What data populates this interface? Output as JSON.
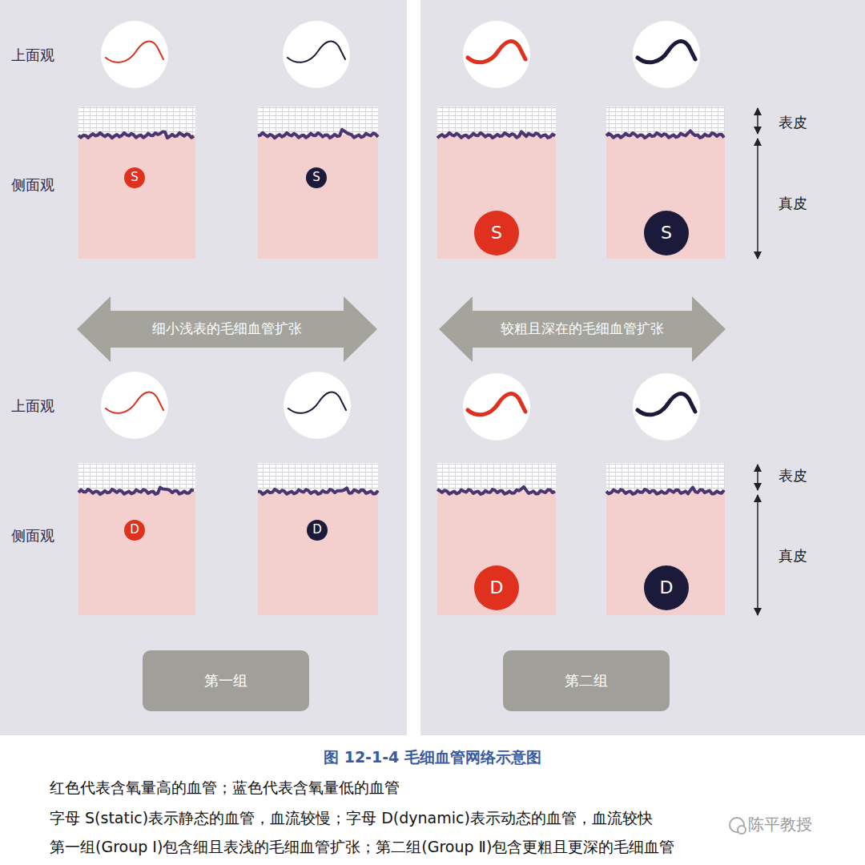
{
  "diagram": {
    "caption": "图 12-1-4 毛细血管网络示意图",
    "nodes": [
      {
        "text": [
          "S"
        ]
      },
      {
        "text": [
          "S"
        ]
      },
      {
        "text": [
          "S"
        ]
      },
      {
        "text": [
          "S"
        ]
      },
      {
        "text": [
          "细小浅表的毛细血管扩张"
        ]
      },
      {
        "text": [
          "较粗且深在的毛细血管扩张"
        ]
      },
      {
        "text": [
          "D"
        ]
      },
      {
        "text": [
          "D"
        ]
      },
      {
        "text": [
          "D"
        ]
      },
      {
        "text": [
          "D"
        ]
      },
      {
        "text": [
          "第一组"
        ]
      },
      {
        "text": [
          "第二组"
        ]
      }
    ],
    "labels": [
      "上面观",
      "表皮",
      "侧面观",
      "真皮",
      "上面观",
      "表皮",
      "侧面观",
      "真皮",
      "红色代表含氧量高的血管；蓝色代表含氧量低的血管",
      "字母 S(static)表示静态的血管，血流较慢；字母 D(dynamic)表示动态的血管，血流较快",
      "第一组(Group Ⅰ)包含细且表浅的毛细血管扩张；第二组(Group Ⅱ)包含更粗且更深的毛细血管",
      "陈平教授"
    ]
  }
}
